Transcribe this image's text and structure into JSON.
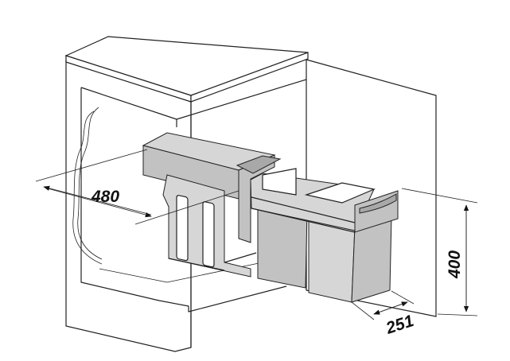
{
  "diagram": {
    "dimensions": {
      "depth": "480",
      "height": "400",
      "width": "251"
    }
  }
}
